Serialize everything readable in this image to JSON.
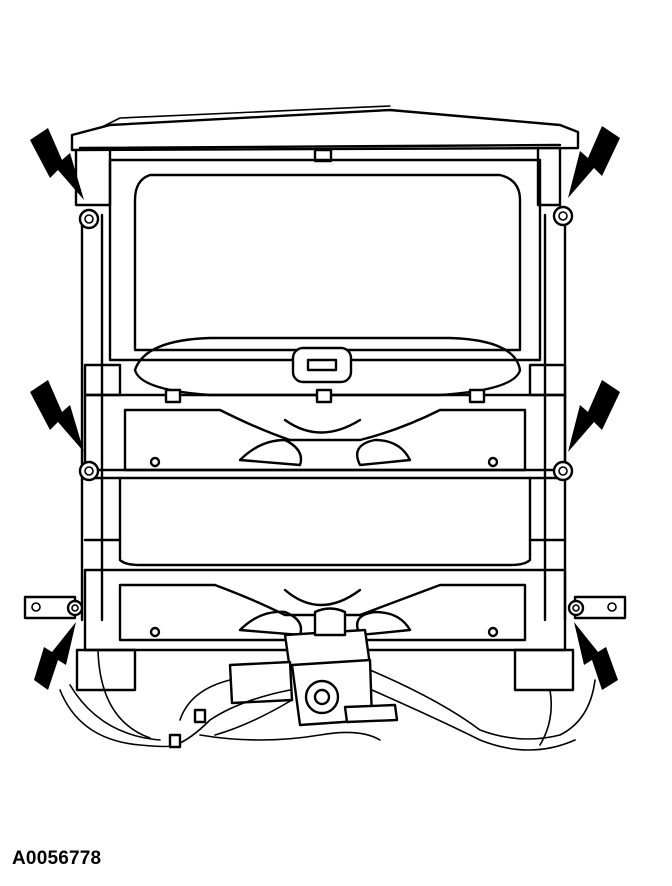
{
  "figure": {
    "id_label": "A0056778",
    "subject": "seat-frame-assembly",
    "callout_count": 6,
    "fastener_count": 6,
    "line_color": "#000000",
    "background_color": "#ffffff"
  }
}
